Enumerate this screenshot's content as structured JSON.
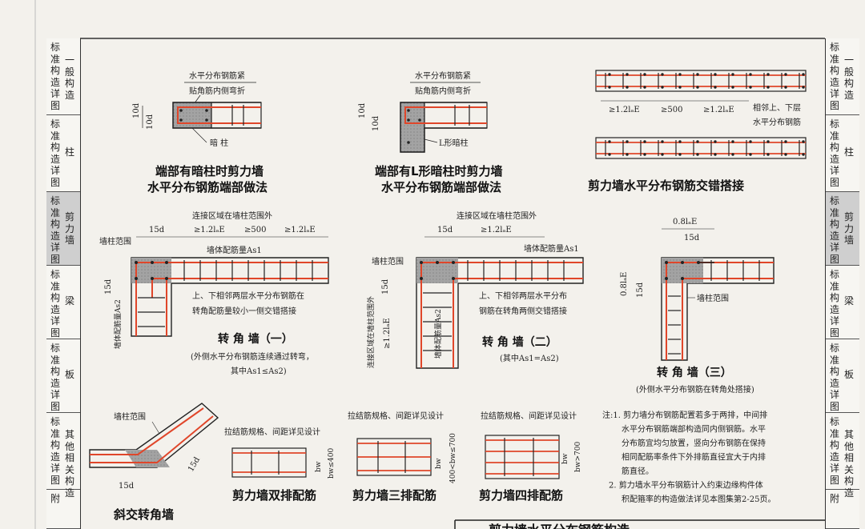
{
  "left_tabs": [
    {
      "col1": "标准构造详图",
      "col2": "一般构造",
      "active": false
    },
    {
      "col1": "标准构造详图",
      "col2": "柱",
      "active": false
    },
    {
      "col1": "标准构造详图",
      "col2": "剪力墙",
      "active": true
    },
    {
      "col1": "标准构造详图",
      "col2": "梁",
      "active": false
    },
    {
      "col1": "标准构造详图",
      "col2": "板",
      "active": false
    },
    {
      "col1": "标准构造详图",
      "col2": "其他相关构造",
      "active": false
    },
    {
      "col1": "附",
      "col2": "",
      "active": false
    }
  ],
  "right_tabs": [
    {
      "col1": "标准构造详图",
      "col2": "一般构造",
      "active": false
    },
    {
      "col1": "标准构造详图",
      "col2": "柱",
      "active": false
    },
    {
      "col1": "标准构造详图",
      "col2": "剪力墙",
      "active": true
    },
    {
      "col1": "标准构造详图",
      "col2": "梁",
      "active": false
    },
    {
      "col1": "标准构造详图",
      "col2": "板",
      "active": false
    },
    {
      "col1": "标准构造详图",
      "col2": "其他相关构造",
      "active": false
    },
    {
      "col1": "附",
      "col2": "",
      "active": false
    }
  ],
  "d1": {
    "title1": "端部有暗柱时剪力墙",
    "title2": "水平分布钢筋端部做法",
    "note1": "水平分布钢筋紧",
    "note2": "贴角筋内侧弯折",
    "dim_a": "10d",
    "dim_b": "10d",
    "label": "暗 柱"
  },
  "d2": {
    "title1": "端部有L形暗柱时剪力墙",
    "title2": "水平分布钢筋端部做法",
    "note1": "水平分布钢筋紧",
    "note2": "贴角筋内侧弯折",
    "dim_a": "10d",
    "dim_b": "10d",
    "label": "L形暗柱"
  },
  "d3": {
    "title": "剪力墙水平分布钢筋交错搭接",
    "dim_a": "≥1.2lₐE",
    "dim_b": "≥500",
    "dim_c": "≥1.2lₐE",
    "note1": "相邻上、下层",
    "note2": "水平分布钢筋"
  },
  "d4": {
    "title": "转 角 墙（一）",
    "sub1": "(外侧水平分布钢筋连续通过转弯，",
    "sub2": "其中As1≤As2)",
    "n_zone": "连接区域在墙柱范围外",
    "d_15d": "15d",
    "d_a": "≥1.2lₐE",
    "d_b": "≥500",
    "d_c": "≥1.2lₐE",
    "n_col": "墙柱范围",
    "n_as1": "墙体配筋量As1",
    "n_lap1": "上、下相邻两层水平分布钢筋在",
    "n_lap2": "转角配筋量较小一侧交错搭接",
    "d_15d_v": "15d",
    "n_as2": "墙体配筋量As2"
  },
  "d5": {
    "title": "转 角 墙（二）",
    "sub": "(其中As1=As2)",
    "n_zone": "连接区域在墙柱范围外",
    "d_15d": "15d",
    "d_a": "≥1.2lₐE",
    "n_col": "墙柱范围",
    "n_as1": "墙体配筋量As1",
    "n_lap1": "上、下相邻两层水平分布",
    "n_lap2": "钢筋在转角两侧交错搭接",
    "n_zone_v": "连接区域在墙柱范围外",
    "d_15d_v": "15d",
    "d_a_v": "≥1.2lₐE",
    "n_as2": "墙体配筋量As2"
  },
  "d6": {
    "title": "转 角 墙（三）",
    "sub": "(外侧水平分布钢筋在转角处搭接)",
    "d_top": "0.8lₐE",
    "d_15d": "15d",
    "d_left": "0.8lₐE",
    "d_15d_v": "15d",
    "n_col": "墙柱范围"
  },
  "d7": {
    "title": "斜交转角墙",
    "n_col": "墙柱范围",
    "d_a": "15d",
    "d_b": "15d"
  },
  "d8": {
    "title": "剪力墙双排配筋",
    "note": "拉结筋规格、间距详见设计",
    "dim_bw": "bw",
    "dim_cond": "bw≤400"
  },
  "d9": {
    "title": "剪力墙三排配筋",
    "note": "拉结筋规格、间距详见设计",
    "dim_bw": "bw",
    "dim_cond": "400<bw≤700"
  },
  "d10": {
    "title": "剪力墙四排配筋",
    "note": "拉结筋规格、间距详见设计",
    "dim_bw": "bw",
    "dim_cond": "bw>700"
  },
  "notes": {
    "lines": [
      "注:1. 剪力墙分布钢筋配置若多于两排，中间排",
      "水平分布钢筋端部构造同内侧钢筋。水平",
      "分布筋宜均匀放置，竖向分布钢筋在保持",
      "相同配筋率条件下外排筋直径宜大于内排",
      "筋直径。",
      "2. 剪力墙水平分布钢筋计入约束边缘构件体",
      "积配箍率的构造做法详见本图集第2-25页。"
    ]
  },
  "bottom_title": "剪力墙水平分布钢筋构造",
  "colors": {
    "rebar": "#e0462a",
    "rebar_dark": "#b03a1e",
    "line": "#222222",
    "fill": "#9a9a9a"
  }
}
